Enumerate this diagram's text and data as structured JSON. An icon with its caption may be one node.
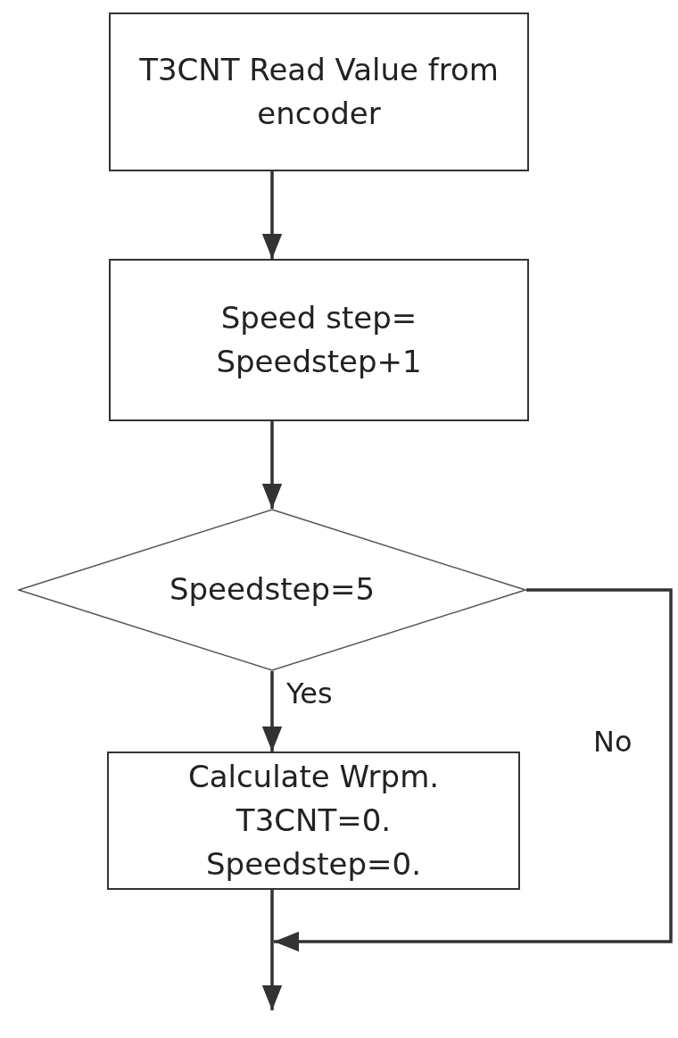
{
  "diagram": {
    "nodes": [
      {
        "text": [
          "T3CNT Read Value from encoder"
        ]
      },
      {
        "text": [
          "Speed step= Speedstep+1"
        ]
      },
      {
        "text": [
          "Speedstep=5"
        ]
      },
      {
        "text": [
          "Calculate Wrpm. T3CNT=0. Speedstep=0."
        ]
      }
    ],
    "edges": [
      {
        "from": 0,
        "to": 1,
        "arrow": "to"
      },
      {
        "from": 1,
        "to": 2,
        "arrow": "to"
      },
      {
        "from": 2,
        "to": 3,
        "arrow": "to",
        "label": "Yes"
      },
      {
        "from": 2,
        "to": null,
        "arrow": "to",
        "label": "No"
      },
      {
        "from": 3,
        "to": null,
        "arrow": "to"
      }
    ]
  }
}
